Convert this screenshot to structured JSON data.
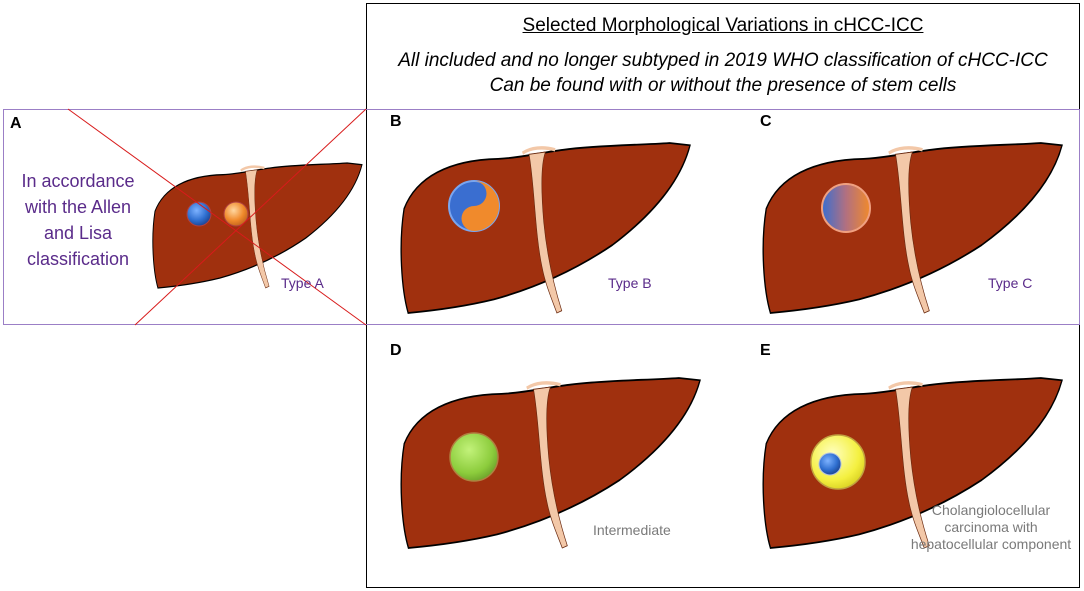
{
  "header": {
    "title": "Selected Morphological Variations in cHCC-ICC",
    "line1": "All included and no longer subtyped in 2019 WHO classification of cHCC-ICC",
    "line2": "Can be found with or without the presence of stem cells"
  },
  "panels": {
    "A": {
      "letter": "A",
      "note": "In accordance with the Allen and Lisa classification",
      "label": "Type A"
    },
    "B": {
      "letter": "B",
      "label": "Type B"
    },
    "C": {
      "letter": "C",
      "label": "Type C"
    },
    "D": {
      "letter": "D",
      "label": "Intermediate"
    },
    "E": {
      "letter": "E",
      "label_lines": [
        "Cholangiolocellular",
        "carcinoma with",
        "hepatocellular component"
      ]
    }
  },
  "colors": {
    "liver": "#a0300e",
    "ligament": "#f3c8a8",
    "blue_tumor": "#2f6fd0",
    "orange_tumor": "#f08a2c",
    "green_tumor": "#8ccc3c",
    "yellow_tumor": "#f4f040",
    "purple_text": "#5a2b8a",
    "cross_line": "#d81b1b",
    "row_border": "#9b7fc6"
  }
}
